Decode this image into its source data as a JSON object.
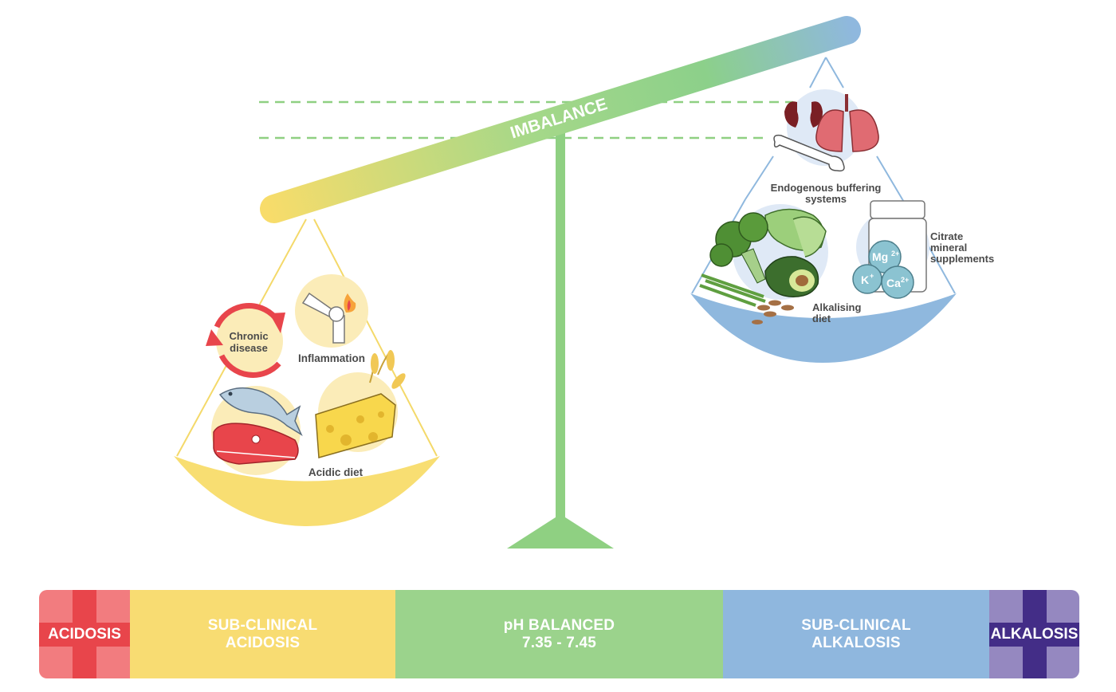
{
  "beam": {
    "label": "IMBALANCE"
  },
  "left_pan": {
    "labels": {
      "chronic_disease_line1": "Chronic",
      "chronic_disease_line2": "disease",
      "inflammation": "Inflammation",
      "acidic_diet": "Acidic diet"
    }
  },
  "right_pan": {
    "labels": {
      "endogenous_line1": "Endogenous buffering",
      "endogenous_line2": "systems",
      "alkalising_line1": "Alkalising",
      "alkalising_line2": "diet",
      "citrate_line1": "Citrate",
      "citrate_line2": "mineral",
      "citrate_line3": "supplements"
    },
    "ions": {
      "mg": "Mg",
      "mg_charge": "2+",
      "k": "K",
      "k_charge": "+",
      "ca": "Ca",
      "ca_charge": "2+"
    }
  },
  "ph_scale": {
    "acidosis": "ACIDOSIS",
    "sub_acidosis_line1": "SUB-CLINICAL",
    "sub_acidosis_line2": "ACIDOSIS",
    "balanced_line1": "pH BALANCED",
    "balanced_line2": "7.35 - 7.45",
    "sub_alkalosis_line1": "SUB-CLINICAL",
    "sub_alkalosis_line2": "ALKALOSIS",
    "alkalosis": "ALKALOSIS"
  },
  "colors": {
    "acidosis": "#f27c7f",
    "acidosis_cross": "#e8454b",
    "sub_acidosis": "#f8dc72",
    "balanced": "#9bd38c",
    "sub_alkalosis": "#8fb7de",
    "alkalosis": "#9588c0",
    "alkalosis_cross": "#432d87",
    "stand": "#8fd082"
  }
}
